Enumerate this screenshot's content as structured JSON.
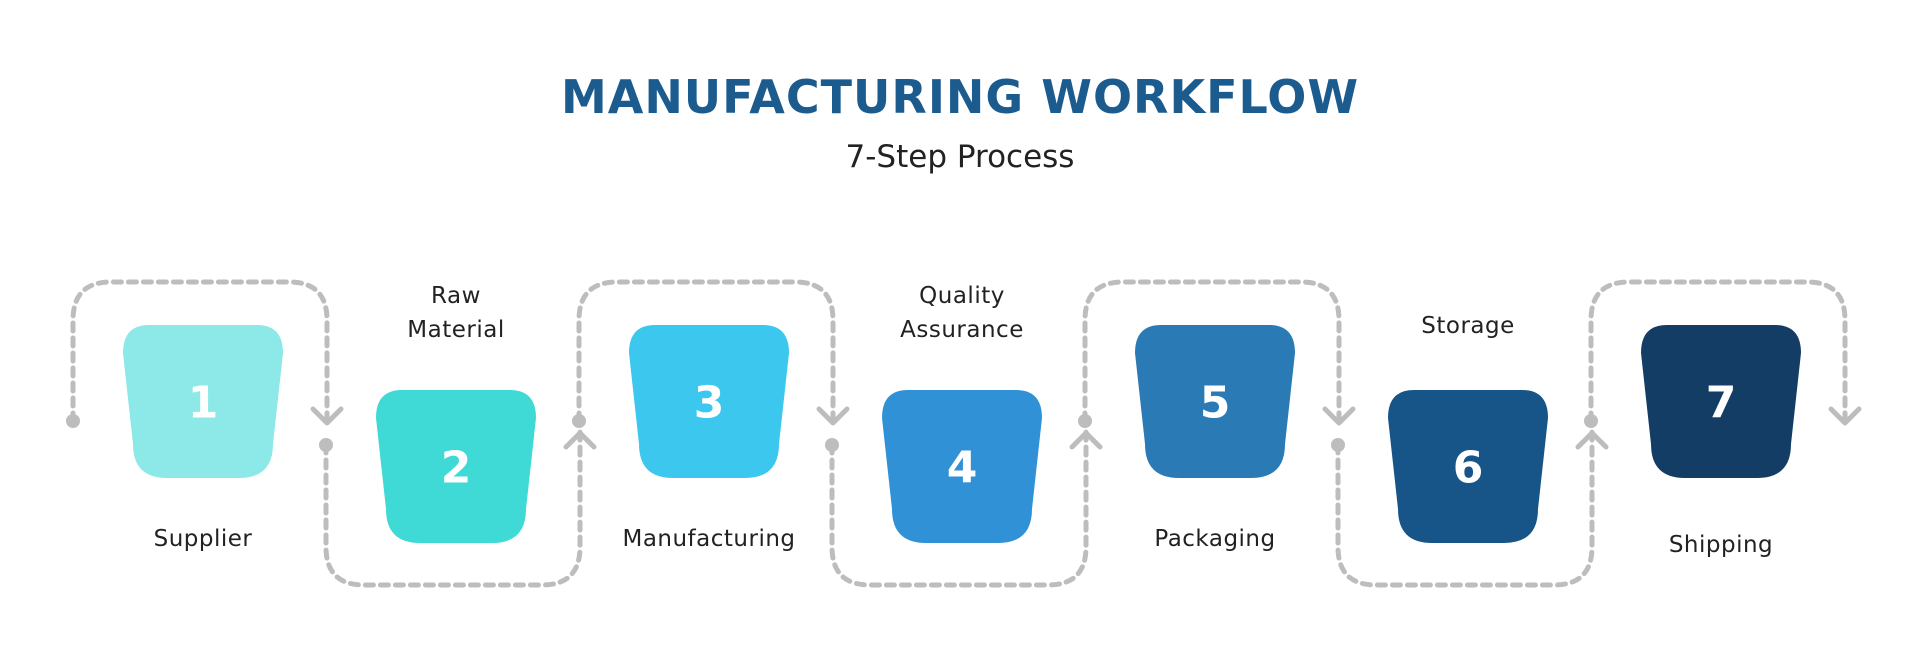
{
  "header": {
    "title": "MANUFACTURING WORKFLOW",
    "subtitle": "7-Step Process"
  },
  "connector_color": "#bdbdbd",
  "steps": [
    {
      "number": "1",
      "label": [
        "Supplier"
      ],
      "color": "#8de8e8"
    },
    {
      "number": "2",
      "label": [
        "Raw",
        "Material"
      ],
      "color": "#3fd9d6"
    },
    {
      "number": "3",
      "label": [
        "Manufacturing"
      ],
      "color": "#3cc8ee"
    },
    {
      "number": "4",
      "label": [
        "Quality",
        "Assurance"
      ],
      "color": "#3191d6"
    },
    {
      "number": "5",
      "label": [
        "Packaging"
      ],
      "color": "#2a7bb5"
    },
    {
      "number": "6",
      "label": [
        "Storage"
      ],
      "color": "#175589"
    },
    {
      "number": "7",
      "label": [
        "Shipping"
      ],
      "color": "#133d65"
    }
  ]
}
